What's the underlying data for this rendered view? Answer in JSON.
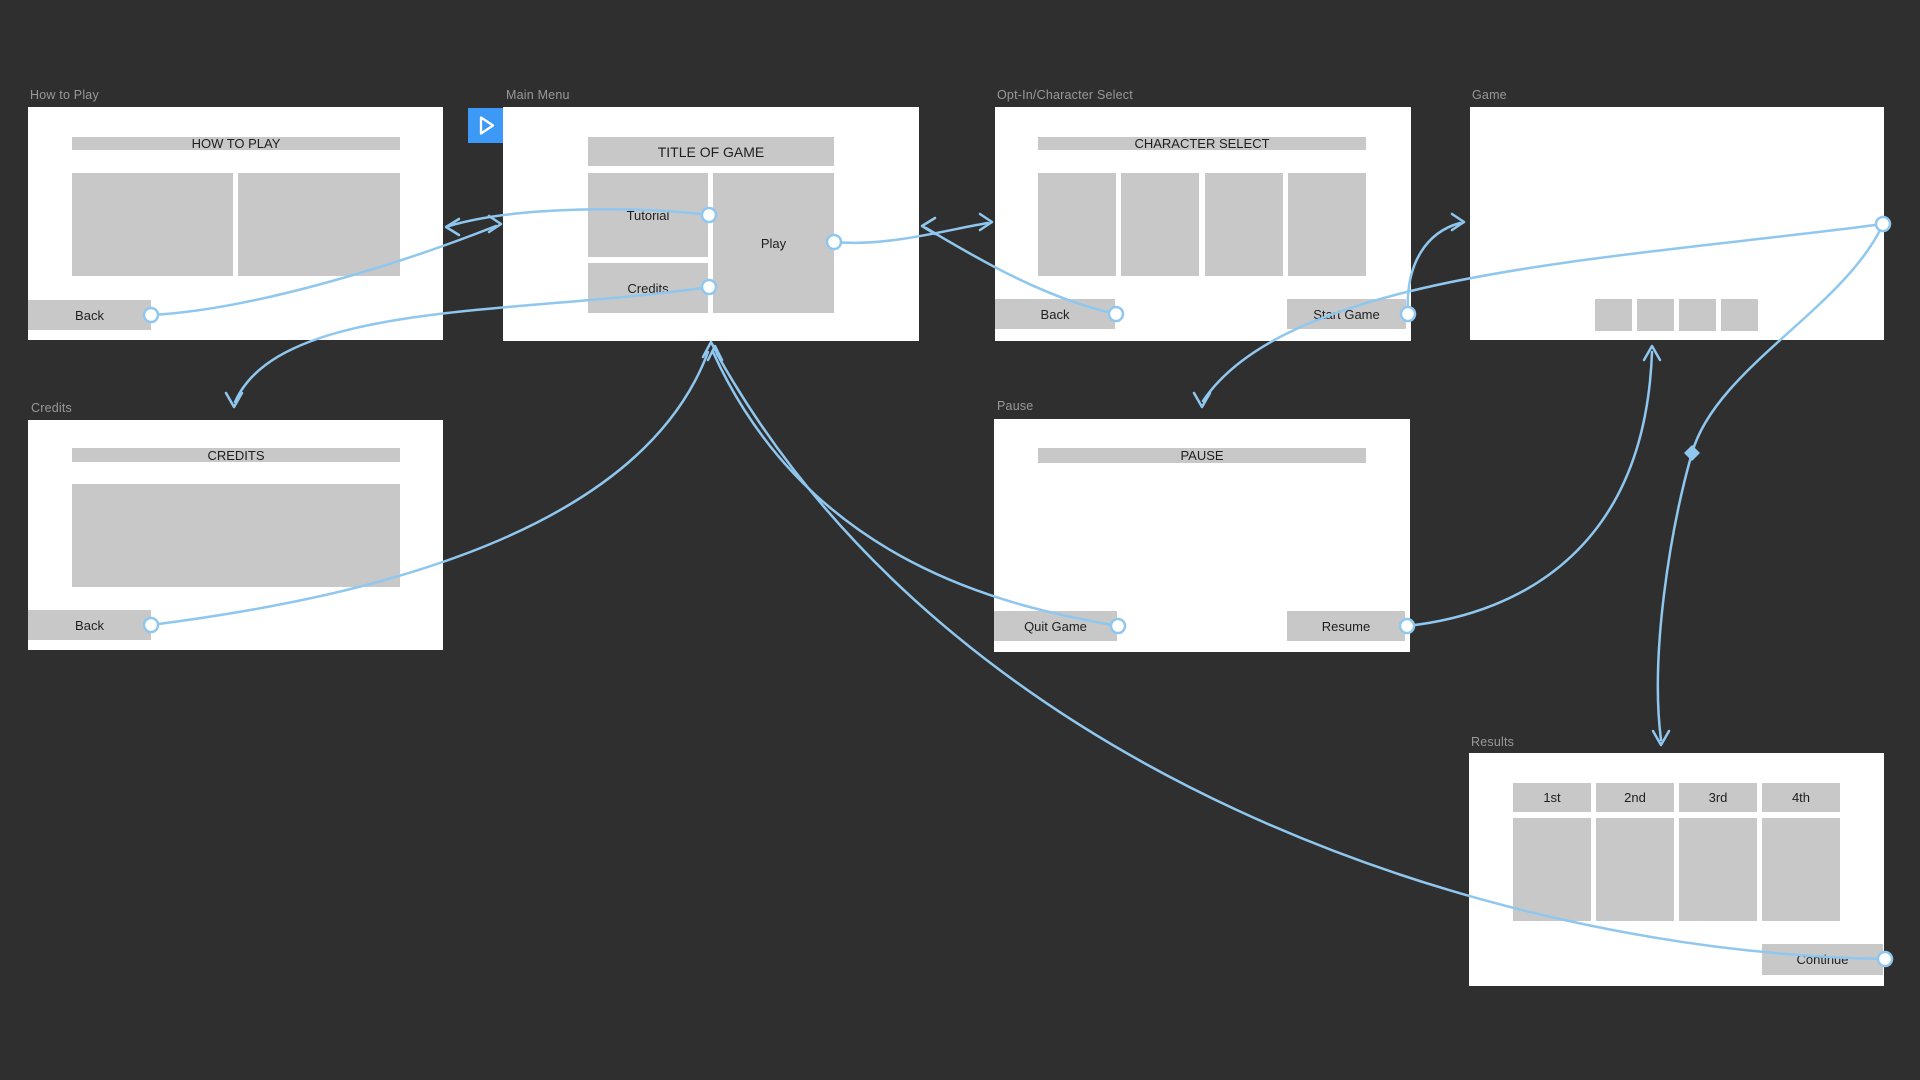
{
  "colors": {
    "canvas_bg": "#2f2f2f",
    "frame_bg": "#ffffff",
    "placeholder_gray": "#c8c8c8",
    "wire_blue": "#8fc7ef",
    "play_button_blue": "#3d99f6",
    "frame_label_gray": "#989898",
    "wireframe_text": "#1e1e1e"
  },
  "frames": {
    "how_to_play": {
      "label": "How to Play",
      "title": "HOW TO PLAY",
      "back": "Back"
    },
    "main_menu": {
      "label": "Main Menu",
      "title": "TITLE OF GAME",
      "tutorial": "Tutorial",
      "credits": "Credits",
      "play": "Play"
    },
    "character_select": {
      "label": "Opt-In/Character Select",
      "title": "CHARACTER SELECT",
      "back": "Back",
      "start": "Start Game"
    },
    "game": {
      "label": "Game"
    },
    "credits": {
      "label": "Credits",
      "title": "CREDITS",
      "back": "Back"
    },
    "pause": {
      "label": "Pause",
      "title": "PAUSE",
      "quit": "Quit Game",
      "resume": "Resume"
    },
    "results": {
      "label": "Results",
      "ranks": [
        "1st",
        "2nd",
        "3rd",
        "4th"
      ],
      "continue": "Continue"
    }
  },
  "connections": [
    {
      "from": "main_menu.tutorial",
      "to": "how_to_play"
    },
    {
      "from": "how_to_play.back",
      "to": "main_menu"
    },
    {
      "from": "main_menu.credits",
      "to": "credits"
    },
    {
      "from": "credits.back",
      "to": "main_menu"
    },
    {
      "from": "main_menu.play",
      "to": "character_select"
    },
    {
      "from": "character_select.back",
      "to": "main_menu"
    },
    {
      "from": "character_select.start",
      "to": "game"
    },
    {
      "from": "game",
      "to": "pause"
    },
    {
      "from": "game",
      "to": "results"
    },
    {
      "from": "pause.resume",
      "to": "game"
    },
    {
      "from": "pause.quit",
      "to": "main_menu"
    },
    {
      "from": "results.continue",
      "to": "main_menu"
    }
  ]
}
